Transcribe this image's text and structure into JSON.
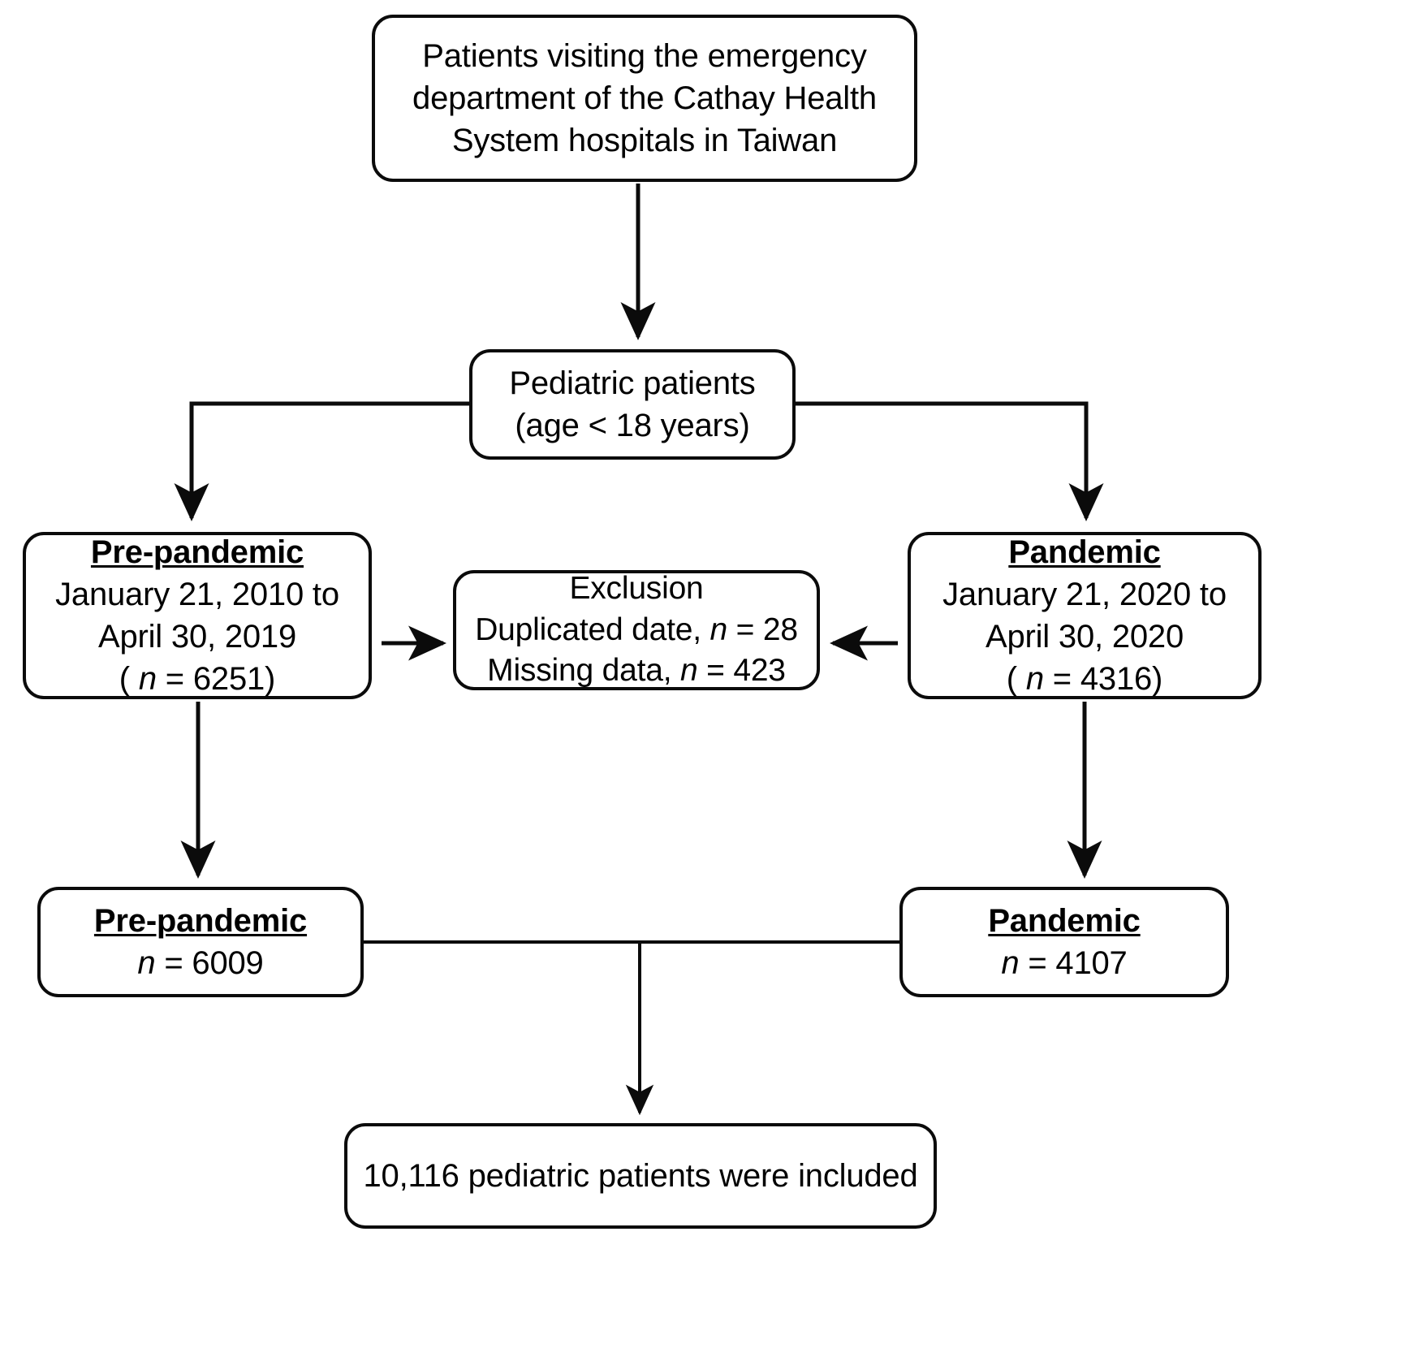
{
  "diagram": {
    "title": "Study participant selection flowchart",
    "type": "flowchart",
    "stroke_color": "#0b0b0b",
    "background_color": "#ffffff"
  },
  "nodes": {
    "source": {
      "lines": [
        "Patients visiting the emergency",
        "department of the Cathay Health",
        "System hospitals in Taiwan"
      ]
    },
    "pediatric": {
      "lines": [
        "Pediatric patients",
        "(age < 18 years)"
      ]
    },
    "pre_pandemic": {
      "header": "Pre-pandemic",
      "line1": "January 21, 2010 to",
      "line2": "April 30, 2019",
      "count_open": "( ",
      "count_n": "n",
      "count_rest": " = 6251)"
    },
    "exclusion": {
      "header": "Exclusion",
      "row1_pre": "Duplicated date, ",
      "row1_n": "n",
      "row1_post": " = 28",
      "row2_pre": "Missing data, ",
      "row2_n": "n",
      "row2_post": " = 423"
    },
    "pandemic": {
      "header": "Pandemic",
      "line1": "January 21, 2020 to",
      "line2": "April 30, 2020",
      "count_open": "( ",
      "count_n": "n",
      "count_rest": " = 4316)"
    },
    "pre_pandemic_final": {
      "header": "Pre-pandemic",
      "count_n": "n",
      "count_rest": " = 6009"
    },
    "pandemic_final": {
      "header": "Pandemic",
      "count_n": "n",
      "count_rest": " = 4107"
    },
    "final": {
      "text": "10,116 pediatric patients were included"
    }
  },
  "edges": [
    {
      "name": "source-to-pediatric",
      "type": "arrow-down"
    },
    {
      "name": "pediatric-to-pre-pandemic",
      "type": "elbow-left-arrow-down"
    },
    {
      "name": "pediatric-to-pandemic",
      "type": "elbow-right-arrow-down"
    },
    {
      "name": "pre-pandemic-to-exclusion",
      "type": "arrow-right"
    },
    {
      "name": "pandemic-to-exclusion",
      "type": "arrow-left"
    },
    {
      "name": "pre-pandemic-to-pre-pandemic-final",
      "type": "arrow-down"
    },
    {
      "name": "pandemic-to-pandemic-final",
      "type": "arrow-down"
    },
    {
      "name": "finals-to-total",
      "type": "merge-arrow-down"
    }
  ]
}
